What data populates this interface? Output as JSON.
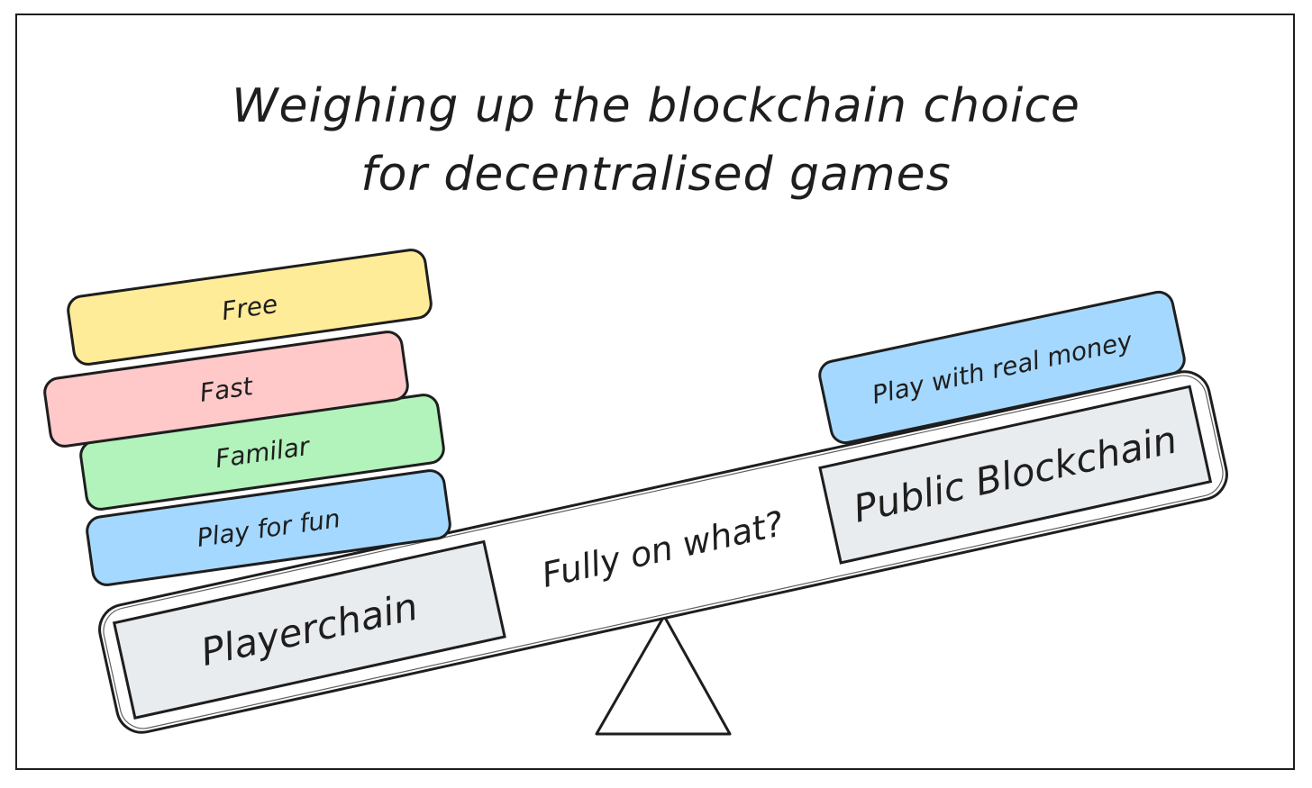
{
  "title": {
    "line1": "Weighing up the blockchain choice",
    "line2": "for decentralised games"
  },
  "beam": {
    "center_label": "Fully on what?"
  },
  "left_pan": {
    "label": "Playerchain",
    "stack": [
      {
        "label": "Free",
        "color": "#ffec99"
      },
      {
        "label": "Fast",
        "color": "#ffc9c9"
      },
      {
        "label": "Familar",
        "color": "#b2f2bb"
      },
      {
        "label": "Play for fun",
        "color": "#a5d8ff"
      }
    ]
  },
  "right_pan": {
    "label": "Public Blockchain",
    "stack": [
      {
        "label": "Play with real money",
        "color": "#a5d8ff"
      }
    ]
  },
  "colors": {
    "stroke": "#1e1e1e",
    "pan_fill": "#e9ecef",
    "background": "#ffffff"
  }
}
